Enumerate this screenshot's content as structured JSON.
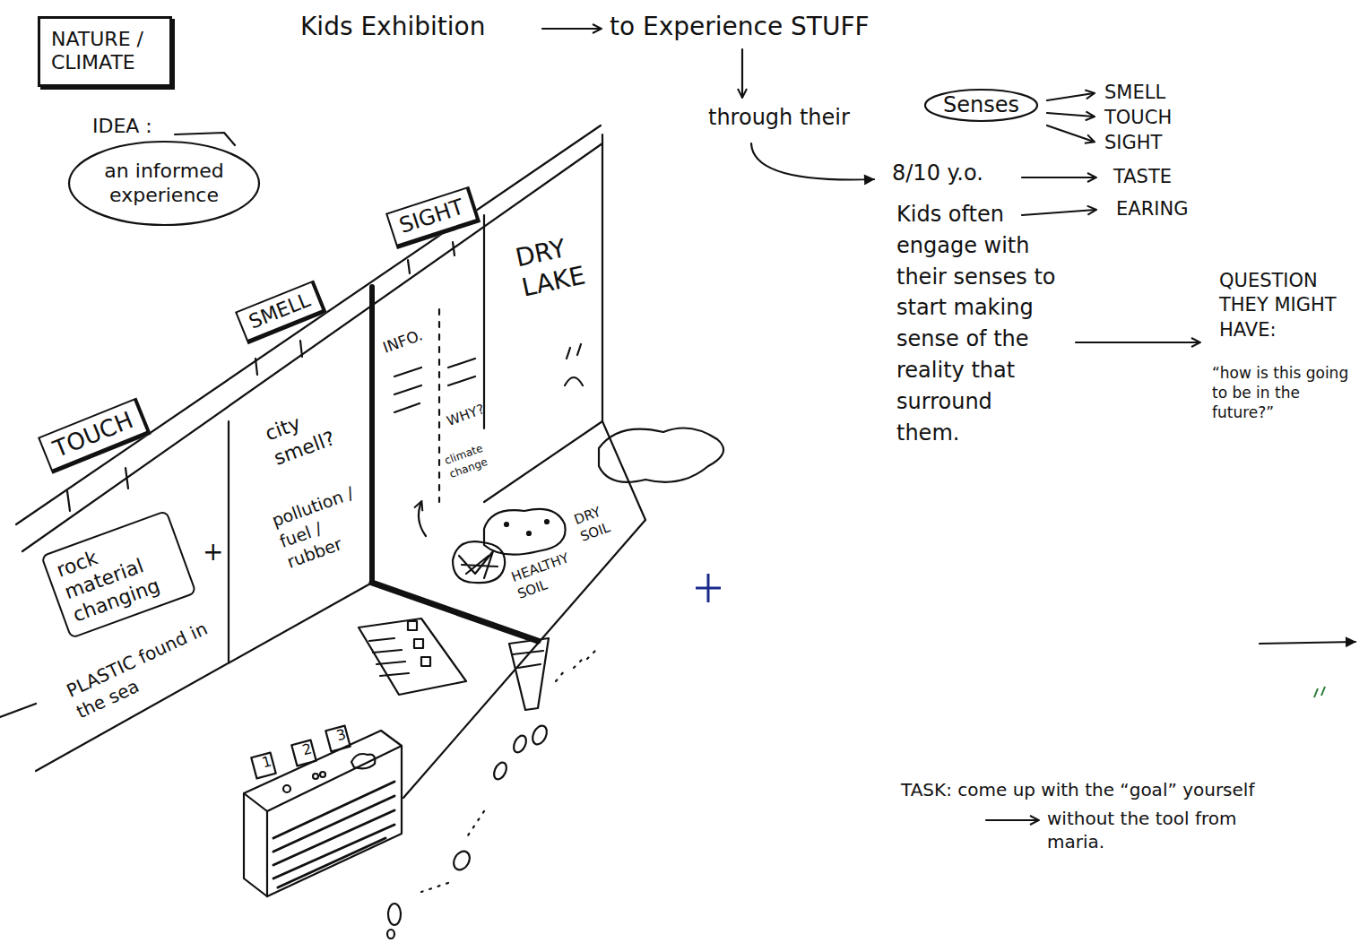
{
  "diagram": {
    "nodes": [
      {
        "text": [
          "NATURE / CLIMATE"
        ]
      },
      {
        "text": [
          "IDEA :",
          "an informed experience"
        ]
      },
      {
        "text": [
          "Senses"
        ]
      },
      {
        "text": [
          "TOUCH"
        ]
      },
      {
        "text": [
          "SMELL"
        ]
      },
      {
        "text": [
          "SIGHT"
        ]
      },
      {
        "text": [
          "rock material changing"
        ]
      }
    ],
    "labels": [
      "Kids Exhibition",
      "to Experience STUFF",
      "through their",
      "SMELL",
      "TOUCH",
      "SIGHT",
      "TASTE",
      "EARING",
      "8/10 y.o.",
      "Kids often engage with their senses to start making sense of the reality that surround them.",
      "QUESTION THEY MIGHT HAVE:",
      "“how is this going to be in the future?”",
      "TASK: come up with the “goal” yourself",
      "without the tool from maria.",
      "city smell?",
      "pollution / fuel / rubber",
      "INFO.",
      "WHY?",
      "climate change",
      "DRY LAKE",
      "DRY SOIL",
      "HEALTHY SOIL",
      "+",
      "PLASTIC found in the sea",
      "1",
      "2",
      "3"
    ]
  }
}
